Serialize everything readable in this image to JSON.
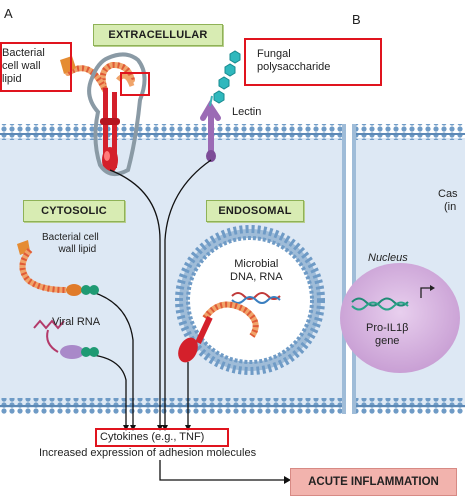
{
  "panels": {
    "a": "A",
    "b": "B"
  },
  "regions": {
    "extracellular": "EXTRACELLULAR",
    "cytosolic": "CYTOSOLIC",
    "endosomal": "ENDOSOMAL"
  },
  "labels": {
    "bacterial_cell_wall_lipid_top": [
      "Bacterial",
      "cell wall",
      "lipid"
    ],
    "fungal_polysaccharide": [
      "Fungal",
      "polysaccharide"
    ],
    "lectin": "Lectin",
    "bacterial_cell_wall_lipid_cyto": [
      "Bacterial cell",
      "wall lipid"
    ],
    "viral_rna": "Viral RNA",
    "microbial_dna_rna": [
      "Microbial",
      "DNA, RNA"
    ],
    "nucleus": "Nucleus",
    "pro_il1b_gene": [
      "Pro-IL1β",
      "gene"
    ],
    "caspase_partial": [
      "Cas",
      "(in"
    ],
    "cytokines": "Cytokines (e.g., TNF)",
    "adhesion": "Increased expression of adhesion molecules",
    "acute_inflammation": "ACUTE INFLAMMATION"
  },
  "colors": {
    "membrane": "#b3cde4",
    "cytoplasm": "#dde8f4",
    "receptor_red": "#d4202b",
    "lipid_orange": "#e58c33",
    "lectin_purple": "#9b6bb5",
    "highlight_red": "#e0141e",
    "nucleus_purple": "#d6b4dd"
  }
}
